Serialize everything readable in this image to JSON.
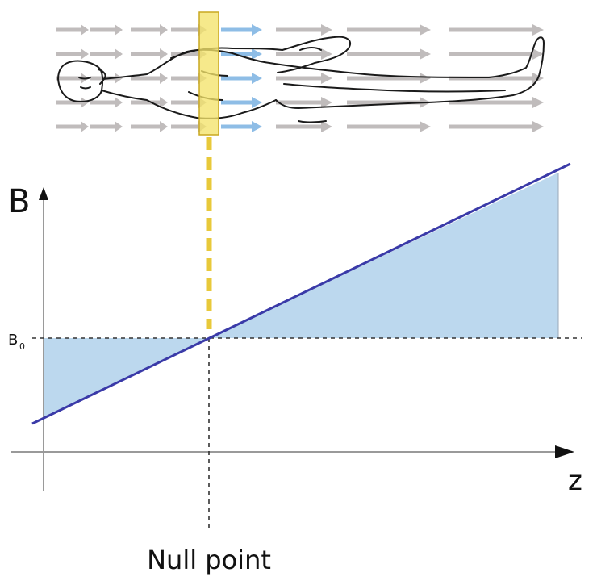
{
  "labels": {
    "b_axis": "B",
    "b0_main": "B",
    "b0_sub": "0",
    "z_axis": "z",
    "null_point": "Null point"
  },
  "colors": {
    "gradient_line": "#3a3aa8",
    "shaded_region": "#bcd8ee",
    "slice": "#f4e36a",
    "slice_dash": "#e8c93a",
    "field_arrows_gray": "#c0bcbc",
    "field_arrows_blue": "#8ebde6",
    "axes": "#9a9a9a",
    "dotted_lines": "#333333"
  },
  "icons": {
    "patient": "patient-outline-icon",
    "field_arrows": "magnetic-field-arrow-icon"
  }
}
